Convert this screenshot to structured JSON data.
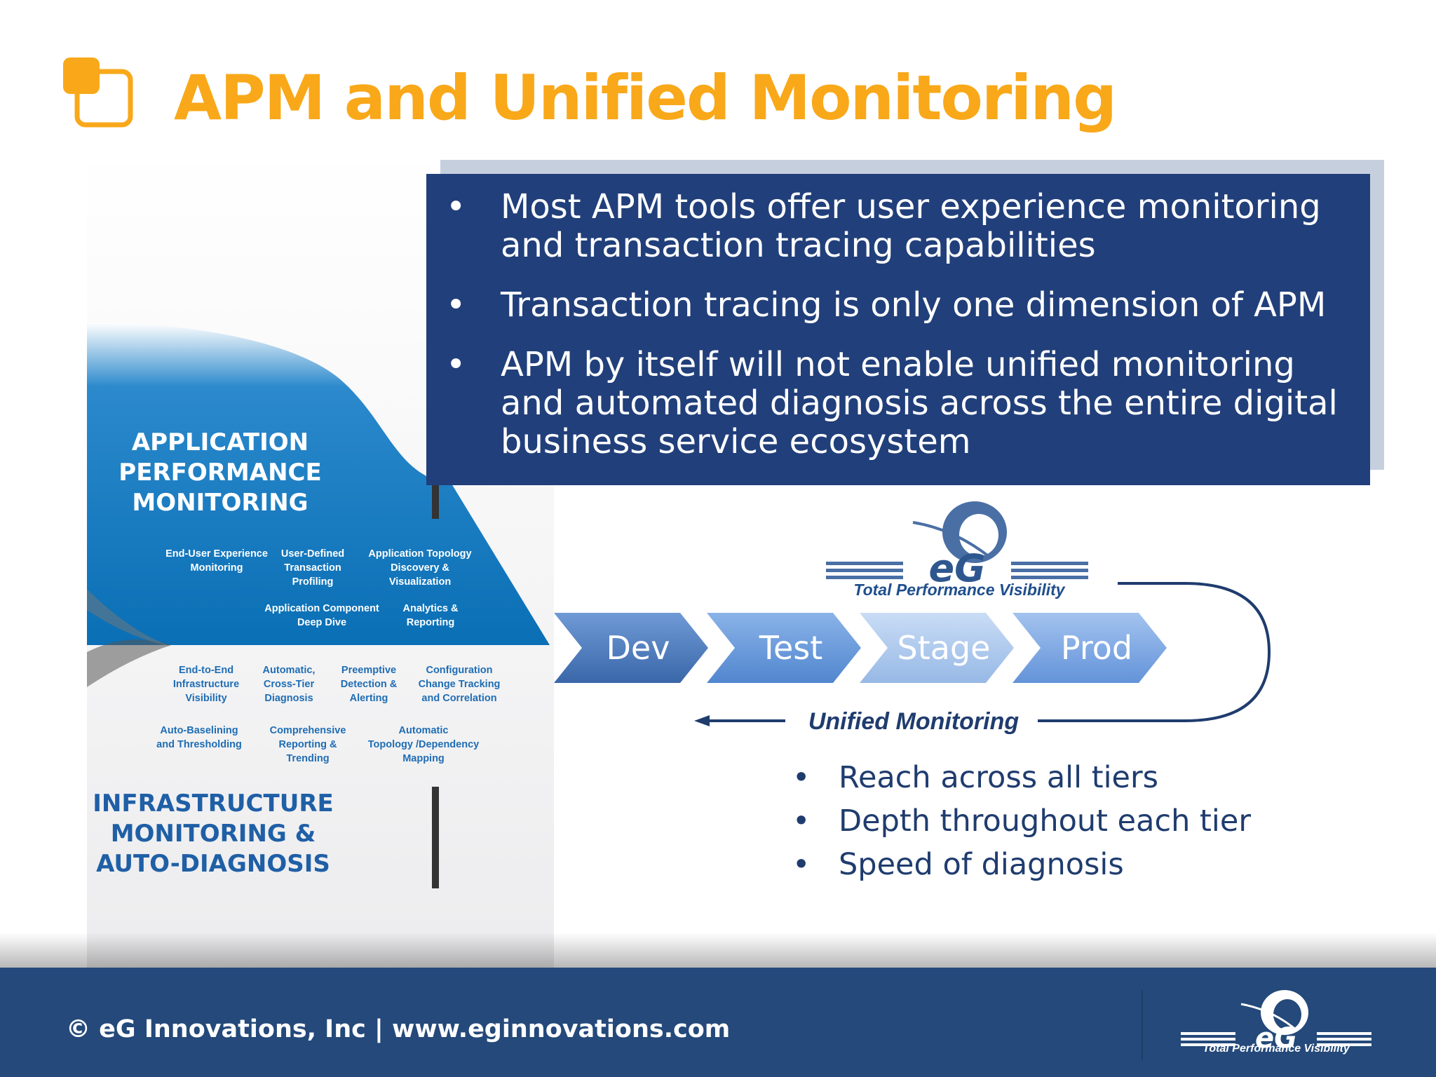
{
  "slide": {
    "title": "APM and Unified Monitoring"
  },
  "graphic": {
    "apm_heading": [
      "APPLICATION",
      "PERFORMANCE",
      "MONITORING"
    ],
    "apm_features": [
      "End-User Experience\nMonitoring",
      "User-Defined\nTransaction\nProfiling",
      "Application Topology\nDiscovery &\nVisualization",
      "Application Component\nDeep Dive",
      "Analytics &\nReporting"
    ],
    "infra_features": [
      "End-to-End\nInfrastructure\nVisibility",
      "Automatic,\nCross-Tier\nDiagnosis",
      "Preemptive\nDetection &\nAlerting",
      "Configuration\nChange Tracking\nand Correlation",
      "Auto-Baselining\nand Thresholding",
      "Comprehensive\nReporting &\nTrending",
      "Automatic\nTopology /Dependency\nMapping"
    ],
    "infra_heading": [
      "INFRASTRUCTURE",
      "MONITORING &",
      "AUTO-DIAGNOSIS"
    ]
  },
  "callout": {
    "bullets": [
      "Most APM tools offer user experience monitoring and transaction tracing capabilities",
      "Transaction tracing is only one dimension of APM",
      "APM by itself will not enable unified monitoring and automated diagnosis across the entire digital business service ecosystem"
    ]
  },
  "logo": {
    "mark": "eG",
    "tagline": "Total Performance Visibility"
  },
  "lifecycle": {
    "stages": [
      "Dev",
      "Test",
      "Stage",
      "Prod"
    ],
    "stage_colors": [
      "#3f72b7",
      "#5d92d4",
      "#a9c5ec",
      "#6b9ce0"
    ],
    "loop_label": "Unified Monitoring"
  },
  "benefits": [
    "Reach across all tiers",
    "Depth throughout each tier",
    "Speed of diagnosis"
  ],
  "footer": {
    "text": "© eG Innovations, Inc  |  www.eginnovations.com",
    "logo_mark": "eG",
    "logo_tagline": "Total Performance Visibility"
  },
  "colors": {
    "title": "#f9a81a",
    "callout_bg": "#213f7a",
    "apm_blue": "#0a72b8",
    "footer_bg": "#24497a"
  }
}
